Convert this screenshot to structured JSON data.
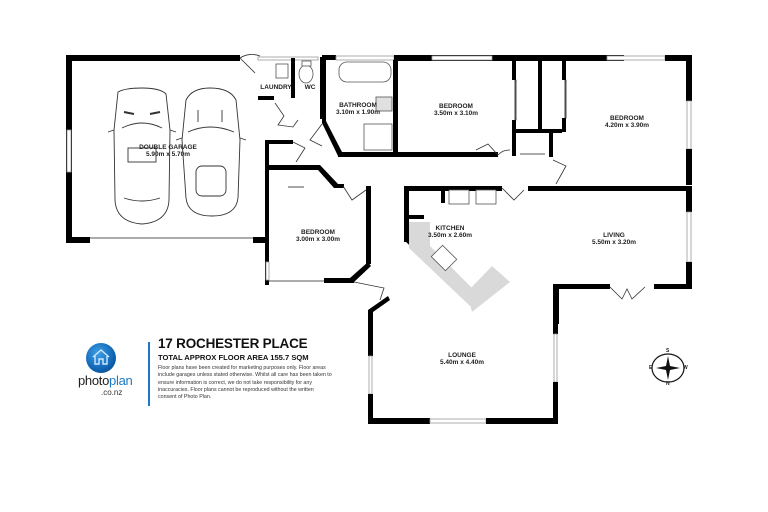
{
  "property": {
    "address": "17 ROCHESTER PLACE",
    "floor_area": "TOTAL APPROX FLOOR AREA 155.7 SQM",
    "disclaimer": "Floor plans have been created for marketing purposes only. Floor areas include garages unless stated otherwise. Whilst all care has been taken to ensure information is correct, we do not take responsibility for any inaccuracies. Floor plans cannot be reproduced without the written consent of Photo Plan."
  },
  "brand": {
    "name_part1": "photo",
    "name_part2": "plan",
    "domain": ".co.nz",
    "logo_icon": "house-icon",
    "accent_color": "#1d79c4"
  },
  "rooms": {
    "garage": {
      "name": "DOUBLE GARAGE",
      "dims": "5.90m  x 5.70m"
    },
    "laundry": {
      "name": "LAUNDRY",
      "dims": ""
    },
    "wc": {
      "name": "WC",
      "dims": ""
    },
    "bathroom": {
      "name": "BATHROOM",
      "dims": "3.10m  x 1.90m"
    },
    "bedroom1": {
      "name": "BEDROOM",
      "dims": "3.50m  x 3.10m"
    },
    "bedroom2": {
      "name": "BEDROOM",
      "dims": "4.20m  x 3.90m"
    },
    "bedroom3": {
      "name": "BEDROOM",
      "dims": "3.00m  x 3.00m"
    },
    "kitchen": {
      "name": "KITCHEN",
      "dims": "3.50m  x 2.60m"
    },
    "living": {
      "name": "LIVING",
      "dims": "5.50m  x 3.20m"
    },
    "lounge": {
      "name": "LOUNGE",
      "dims": "5.40m  x 4.40m"
    }
  },
  "compass": {
    "top": "S",
    "left": "E",
    "right": "W",
    "bottom": "N"
  }
}
